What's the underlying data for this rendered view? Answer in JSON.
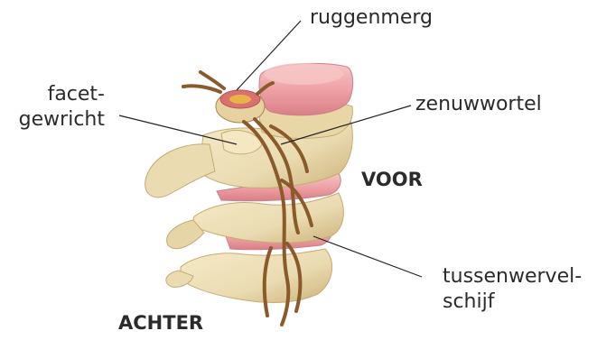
{
  "labels": {
    "ruggenmerg": "ruggenmerg",
    "facet_line1": "facet-",
    "facet_line2": "gewricht",
    "zenuwwortel": "zenuwwortel",
    "voor": "VOOR",
    "tussen_line1": "tussenwervel-",
    "tussen_line2": "schijf",
    "achter": "ACHTER"
  },
  "colors": {
    "bone": "#eedfb6",
    "bone_shade": "#d6c08c",
    "disc": "#e79aa0",
    "disc_top": "#f2b4b6",
    "nerve": "#8a5a2b",
    "spinal_cord": "#d9716e",
    "leader_line": "#222222",
    "text": "#2b2b2b"
  }
}
